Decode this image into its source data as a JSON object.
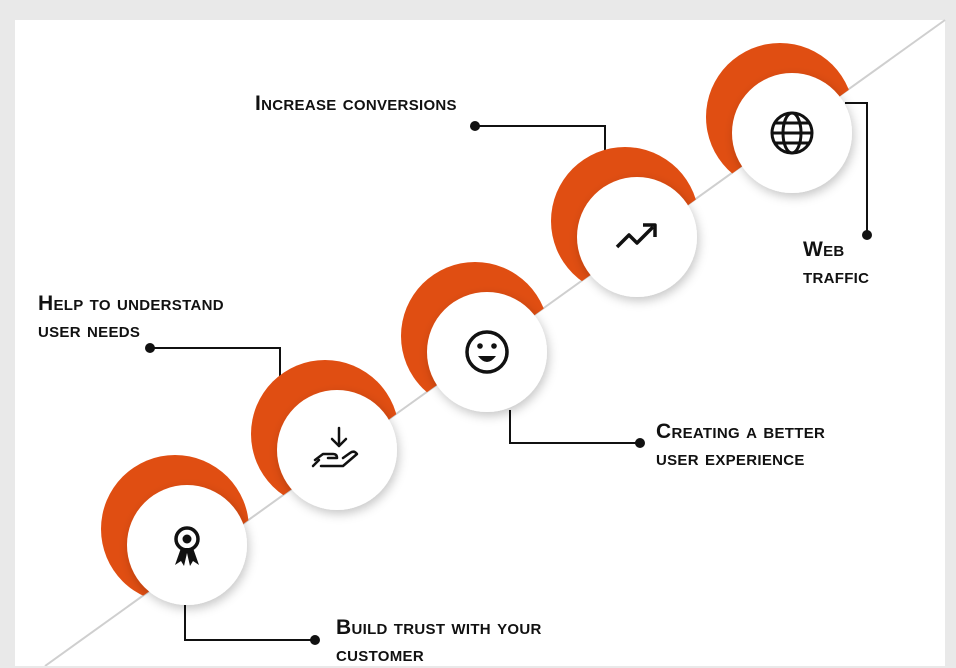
{
  "colors": {
    "accent": "#e04e12",
    "background": "#ffffff",
    "text": "#111111"
  },
  "steps": [
    {
      "icon": "award-ribbon-icon",
      "lines": [
        "Build trust with your",
        "customer"
      ]
    },
    {
      "icon": "hand-receive-icon",
      "lines": [
        "Help to understand",
        "user needs"
      ]
    },
    {
      "icon": "smiley-face-icon",
      "lines": [
        "Creating a better",
        "user experience"
      ]
    },
    {
      "icon": "trend-up-icon",
      "lines": [
        "Increase conversions"
      ]
    },
    {
      "icon": "globe-icon",
      "lines": [
        "Web",
        "traffic"
      ]
    }
  ]
}
